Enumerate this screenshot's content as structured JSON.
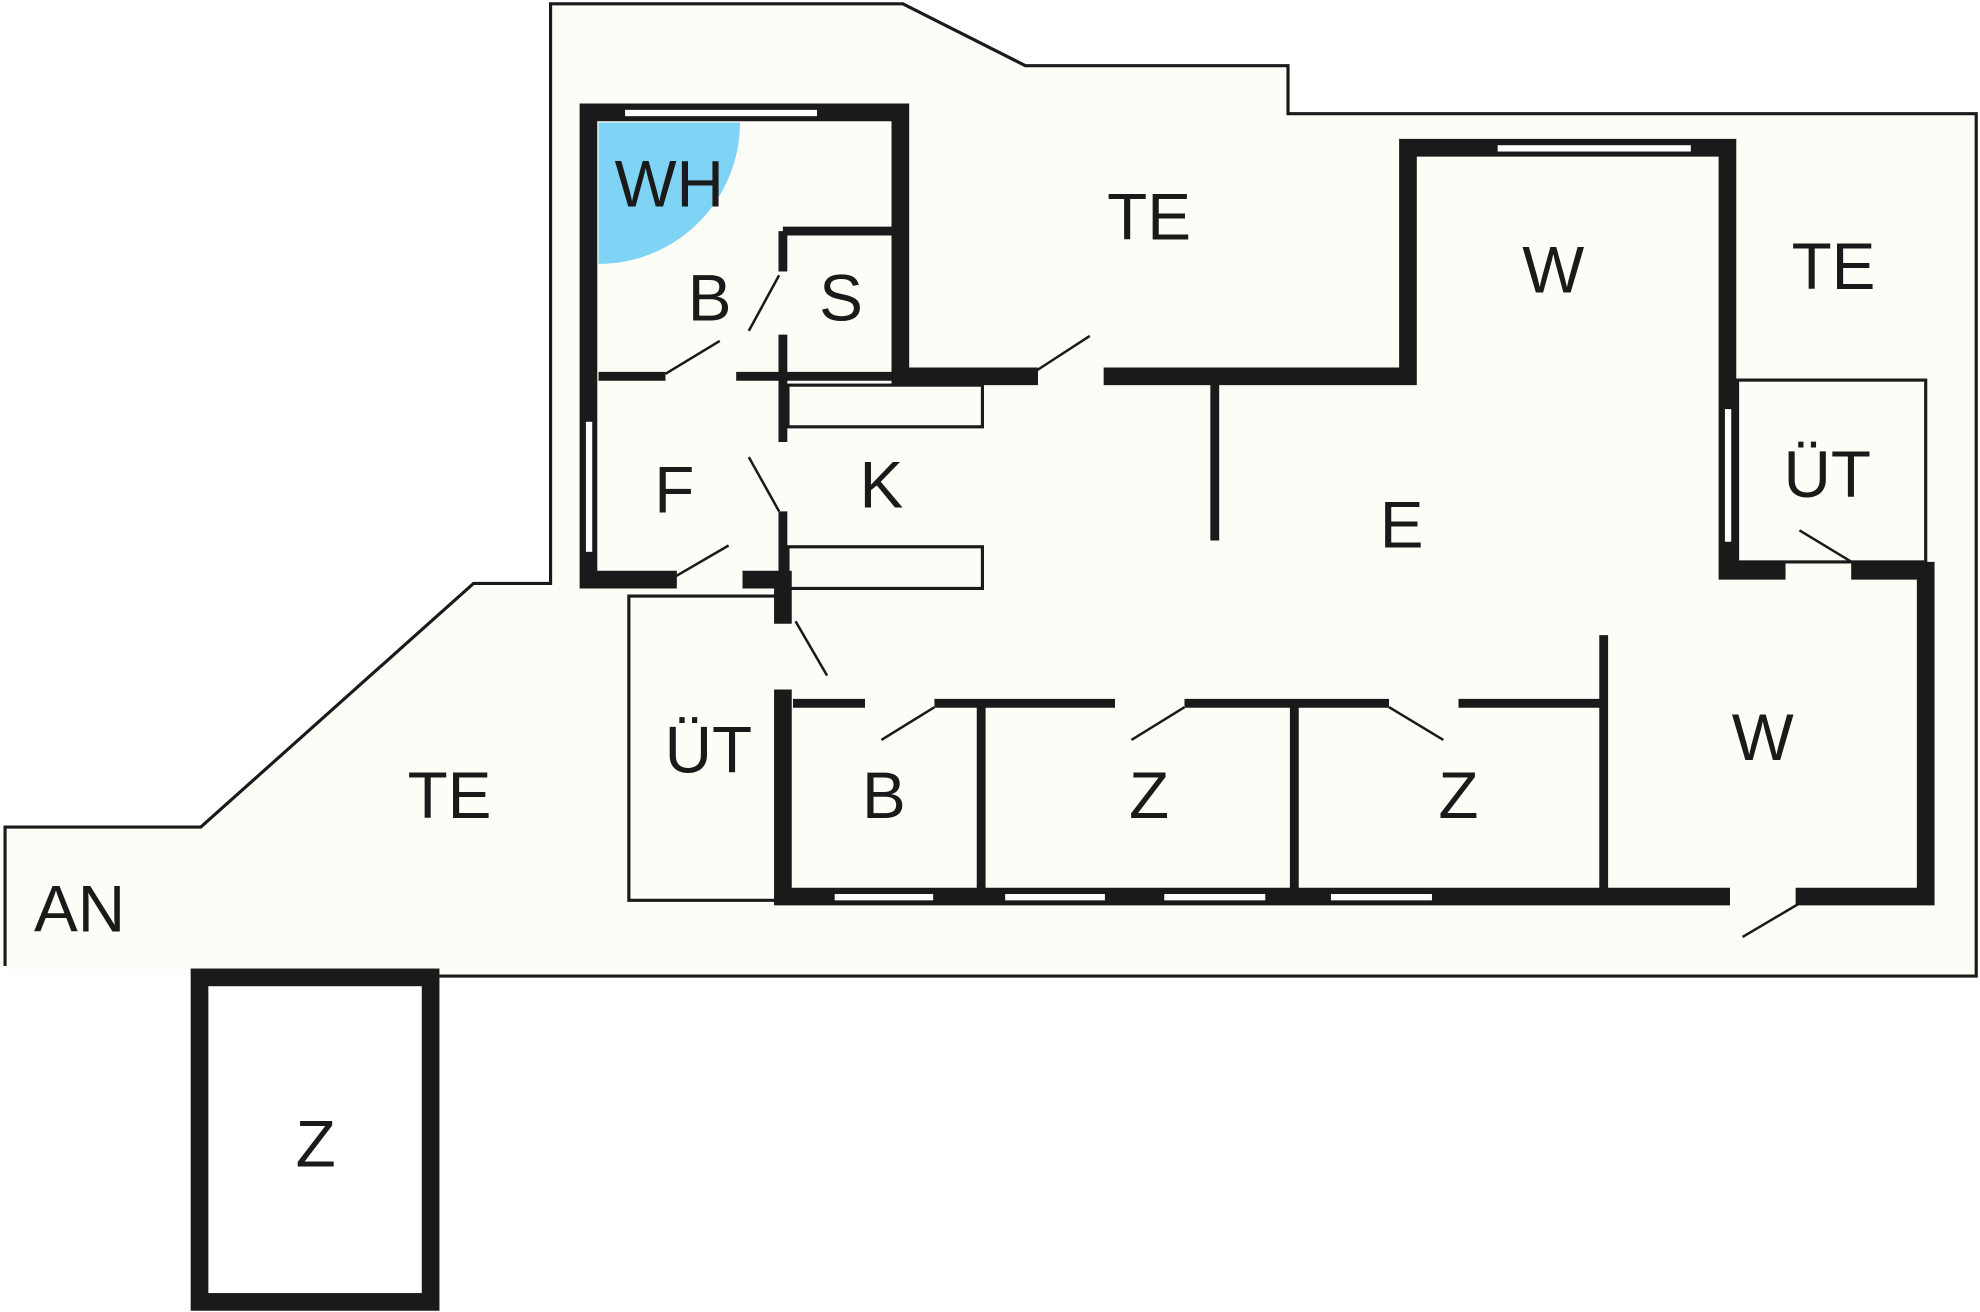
{
  "plan": {
    "colors": {
      "floor": "#fdfdf8",
      "wall": "#1a1a1a",
      "hot_tub": "#7fd3f5"
    },
    "rooms": [
      {
        "id": "wh",
        "label": "WH"
      },
      {
        "id": "bath-top",
        "label": "B"
      },
      {
        "id": "sauna",
        "label": "S"
      },
      {
        "id": "terrace-top",
        "label": "TE"
      },
      {
        "id": "living-top",
        "label": "W"
      },
      {
        "id": "terrace-right",
        "label": "TE"
      },
      {
        "id": "hall",
        "label": "F"
      },
      {
        "id": "kitchen",
        "label": "K"
      },
      {
        "id": "dining",
        "label": "E"
      },
      {
        "id": "utility-right",
        "label": "ÜT"
      },
      {
        "id": "utility-left",
        "label": "ÜT"
      },
      {
        "id": "terrace-left",
        "label": "TE"
      },
      {
        "id": "bath-bottom",
        "label": "B"
      },
      {
        "id": "bedroom-1",
        "label": "Z"
      },
      {
        "id": "bedroom-2",
        "label": "Z"
      },
      {
        "id": "living-bottom",
        "label": "W"
      },
      {
        "id": "entrance",
        "label": "AN"
      },
      {
        "id": "annex-bedroom",
        "label": "Z"
      }
    ]
  }
}
